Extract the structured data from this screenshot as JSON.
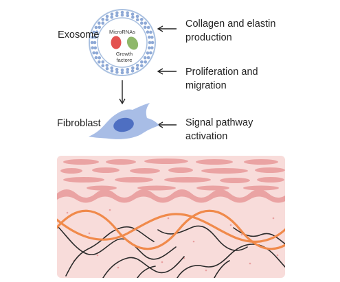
{
  "exosome": {
    "label": "Exosome",
    "cargo_mirna": "MicroRNAs",
    "cargo_growth_line1": "Growth",
    "cargo_growth_line2": "factore"
  },
  "fibroblast": {
    "label": "Fibroblast"
  },
  "effects": [
    {
      "line1": "Collagen and elastin",
      "line2": "production"
    },
    {
      "line1": "Proliferation and",
      "line2": "migration"
    },
    {
      "line1": "Signal pathway",
      "line2": "activation"
    }
  ],
  "colors": {
    "membrane": "#a9c0e0",
    "membrane_dot": "#8ea9d6",
    "mirna": "#e35250",
    "growth_factor": "#8fb86a",
    "fibroblast_body": "#a8bde6",
    "fibroblast_nucleus": "#4e6fc2",
    "skin_bg": "#f8dcda",
    "skin_cell": "#eaa3a3",
    "collagen": "#f08a4b",
    "elastin": "#2a2a2a",
    "arrow": "#222222"
  }
}
